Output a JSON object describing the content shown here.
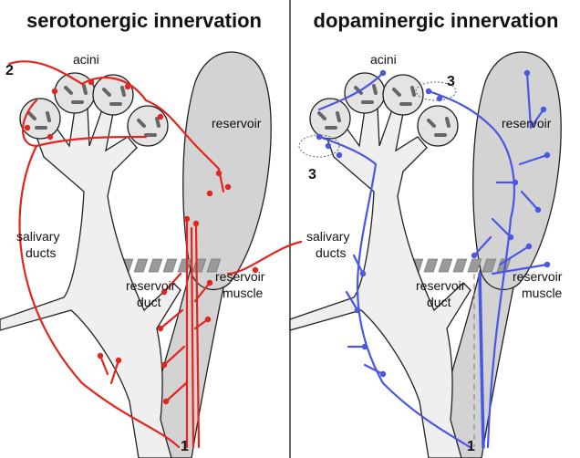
{
  "panels": [
    {
      "title": "serotonergic innervation",
      "nerve_color": "#e3251f",
      "labels": {
        "acini": "acini",
        "reservoir": "reservoir",
        "salivary_ducts": [
          "salivary",
          "ducts"
        ],
        "reservoir_duct": [
          "reservoir",
          "duct"
        ],
        "reservoir_muscle": [
          "reservoir",
          "muscle"
        ]
      },
      "markers": [
        "2",
        "1"
      ]
    },
    {
      "title": "dopaminergic innervation",
      "nerve_color": "#4a56e6",
      "labels": {
        "acini": "acini",
        "reservoir": "reservoir",
        "salivary_ducts": [
          "salivary",
          "ducts"
        ],
        "reservoir_duct": [
          "reservoir",
          "duct"
        ],
        "reservoir_muscle": [
          "reservoir",
          "muscle"
        ]
      },
      "markers": [
        "3",
        "3",
        "1"
      ]
    }
  ]
}
